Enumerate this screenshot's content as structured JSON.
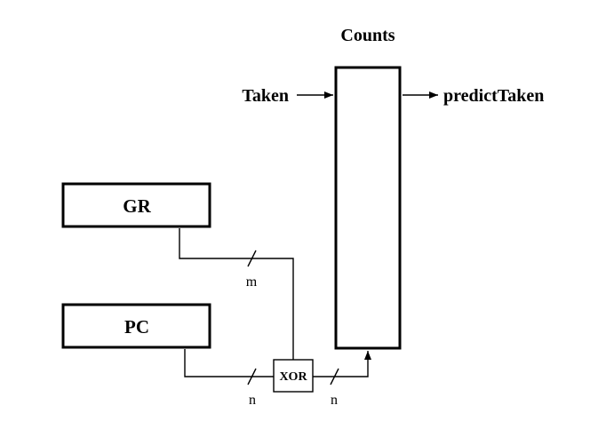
{
  "counts": {
    "title": "Counts"
  },
  "inputs": {
    "taken": "Taken"
  },
  "outputs": {
    "predict_taken": "predictTaken"
  },
  "registers": {
    "gr": "GR",
    "pc": "PC"
  },
  "gate": {
    "xor": "XOR"
  },
  "buses": {
    "gr_width": "m",
    "pc_width": "n",
    "xor_width": "n"
  }
}
